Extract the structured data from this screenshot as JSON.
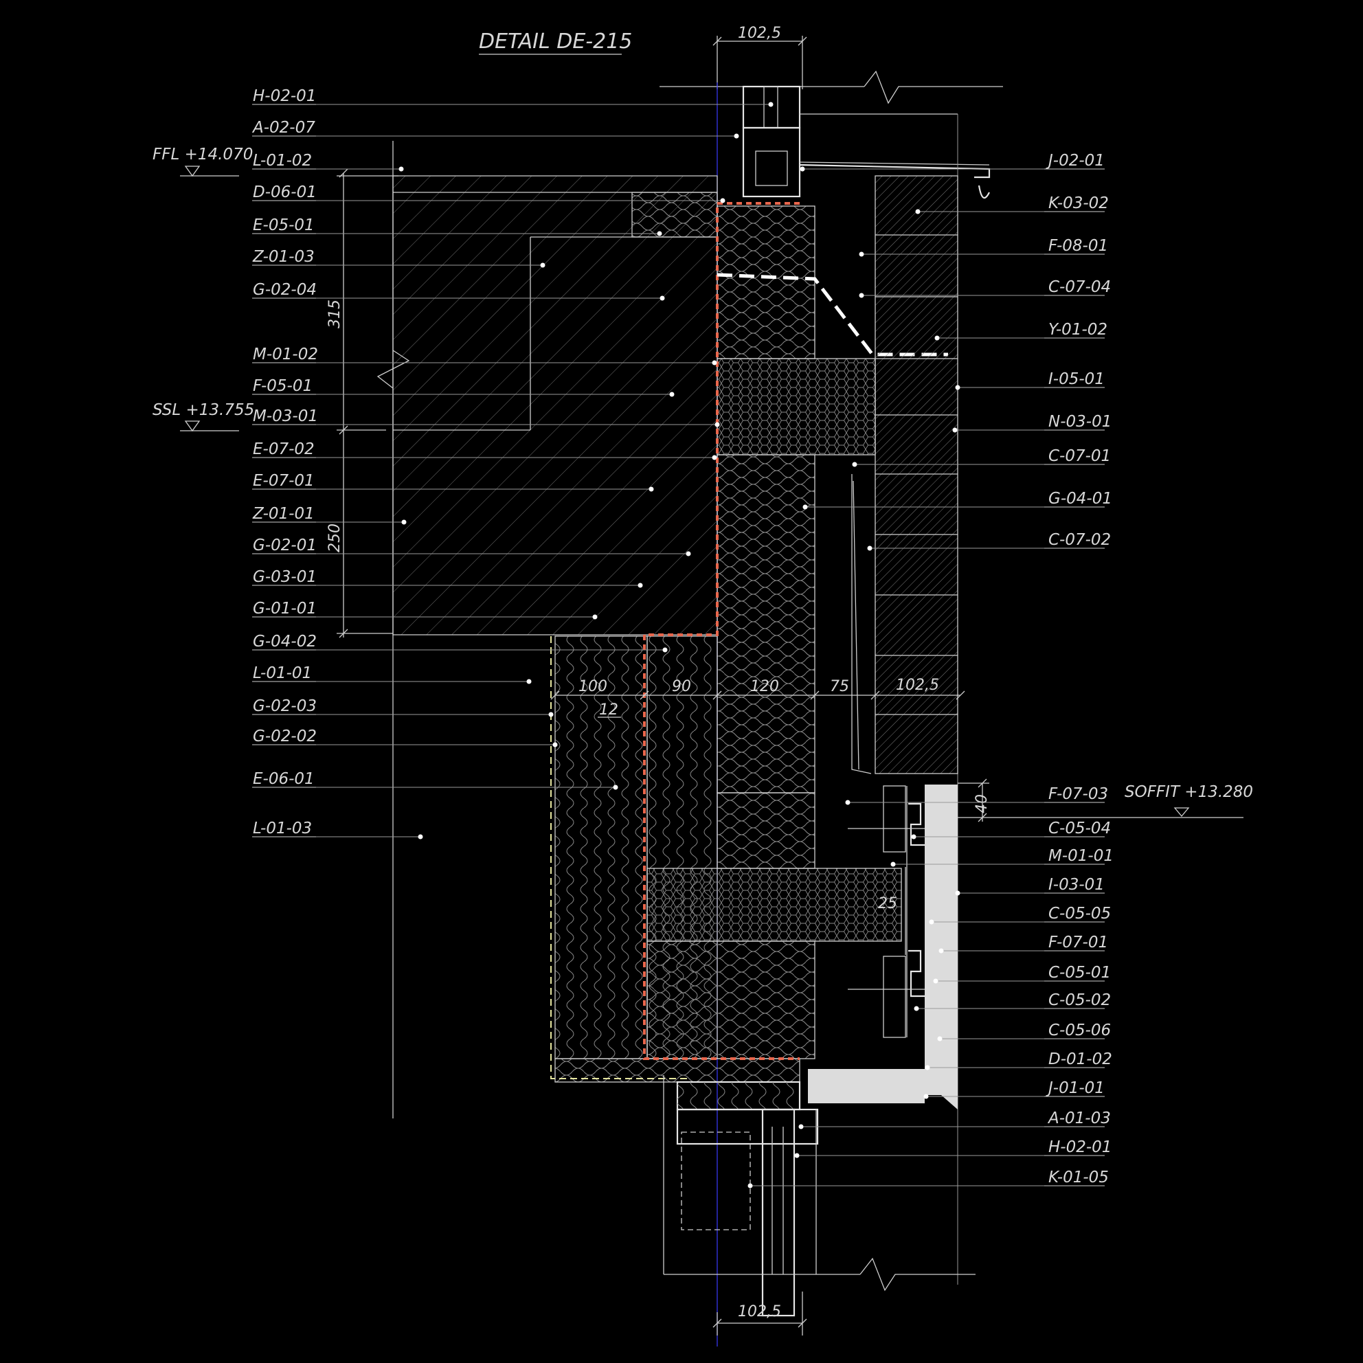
{
  "title": "DETAIL DE-215",
  "levels": [
    {
      "id": "ffl",
      "text": "FFL +14.070"
    },
    {
      "id": "ssl",
      "text": "SSL +13.755"
    },
    {
      "id": "soffit",
      "text": "SOFFIT +13.280"
    }
  ],
  "left_labels": [
    "H-02-01",
    "A-02-07",
    "L-01-02",
    "D-06-01",
    "E-05-01",
    "Z-01-03",
    "G-02-04",
    "M-01-02",
    "F-05-01",
    "M-03-01",
    "E-07-02",
    "E-07-01",
    "Z-01-01",
    "G-02-01",
    "G-03-01",
    "G-01-01",
    "G-04-02",
    "L-01-01",
    "G-02-03",
    "G-02-02",
    "E-06-01",
    "L-01-03"
  ],
  "right_labels": [
    "J-02-01",
    "K-03-02",
    "F-08-01",
    "C-07-04",
    "Y-01-02",
    "I-05-01",
    "N-03-01",
    "C-07-01",
    "G-04-01",
    "C-07-02",
    "F-07-03",
    "C-05-04",
    "M-01-01",
    "I-03-01",
    "C-05-05",
    "F-07-01",
    "C-05-01",
    "C-05-02",
    "C-05-06",
    "D-01-02",
    "J-01-01",
    "A-01-03",
    "H-02-01",
    "K-01-05"
  ],
  "dimensions": {
    "top_width": "102,5",
    "bottom_width": "102,5",
    "height_upper": "315",
    "height_lower": "250",
    "layer_100": "100",
    "layer_12": "12",
    "layer_90": "90",
    "layer_120": "120",
    "layer_75": "75",
    "layer_brick": "102,5",
    "soffit_40": "40",
    "gap_25": "25"
  }
}
